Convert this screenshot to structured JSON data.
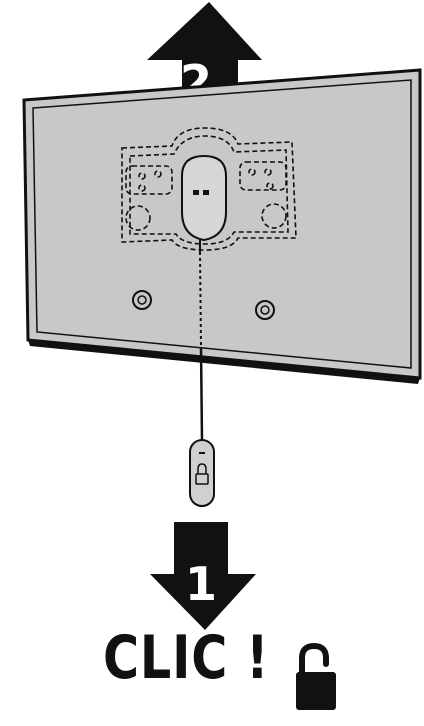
{
  "steps": {
    "lift": {
      "number": "2",
      "direction": "up"
    },
    "pull": {
      "number": "1",
      "direction": "down"
    }
  },
  "action_text": "CLIC !",
  "icons": {
    "unlock": "open-padlock-icon",
    "cord_lock": "padlock-icon"
  },
  "colors": {
    "screen_fill": "#c8c8c8",
    "outline": "#111111",
    "arrow": "#111111",
    "background": "#ffffff"
  }
}
